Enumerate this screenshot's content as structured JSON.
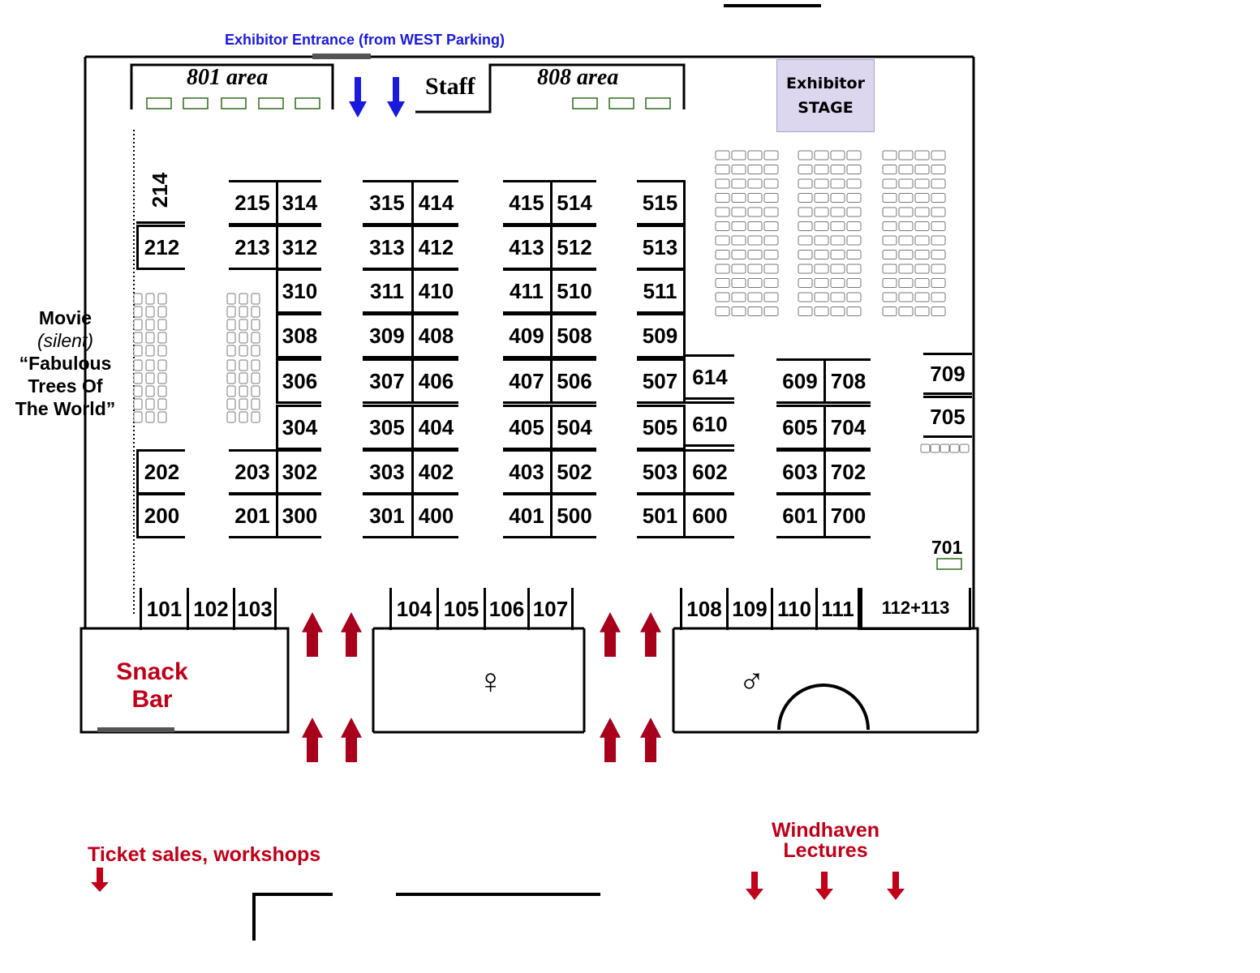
{
  "header": {
    "entrance": "Exhibitor Entrance (from WEST Parking)"
  },
  "areas": {
    "area_801": "801 area",
    "area_808": "808 area",
    "staff": "Staff",
    "stage_line1": "Exhibitor",
    "stage_line2": "STAGE"
  },
  "movie": {
    "line1": "Movie",
    "line2": "(silent)",
    "line3": "“Fabulous",
    "line4": "Trees Of",
    "line5": "The World”"
  },
  "snack_bar": {
    "line1": "Snack",
    "line2": "Bar"
  },
  "ticket_sales": "Ticket sales, workshops",
  "windhaven": {
    "line1": "Windhaven",
    "line2": "Lectures"
  },
  "booth_columns": {
    "A": [
      "212",
      "202",
      "200"
    ],
    "B": [
      "215",
      "213",
      "203",
      "201"
    ],
    "C": [
      "314",
      "312",
      "310",
      "308",
      "306",
      "304",
      "302",
      "300"
    ],
    "D": [
      "315",
      "313",
      "311",
      "309",
      "307",
      "305",
      "303",
      "301"
    ],
    "E": [
      "414",
      "412",
      "410",
      "408",
      "406",
      "404",
      "402",
      "400"
    ],
    "F": [
      "415",
      "413",
      "411",
      "409",
      "407",
      "405",
      "403",
      "401"
    ],
    "G": [
      "514",
      "512",
      "510",
      "508",
      "506",
      "504",
      "502",
      "500"
    ],
    "H": [
      "515",
      "513",
      "511",
      "509",
      "507",
      "505",
      "503",
      "501"
    ],
    "I": [
      "614",
      "610",
      "602",
      "600"
    ],
    "J": [
      "609",
      "605",
      "603",
      "601"
    ],
    "K": [
      "708",
      "704",
      "702",
      "700"
    ],
    "L": [
      "709",
      "705"
    ]
  },
  "booth_214": "214",
  "booth_701": "701",
  "bottom_row": [
    "101",
    "102",
    "103",
    "104",
    "105",
    "106",
    "107",
    "108",
    "109",
    "110",
    "111",
    "112+113"
  ],
  "colors": {
    "entrance_blue": "#1a1adf",
    "exit_red": "#a8001c",
    "stage": "#dcd6ef",
    "table_green": "#2e6b1a"
  }
}
